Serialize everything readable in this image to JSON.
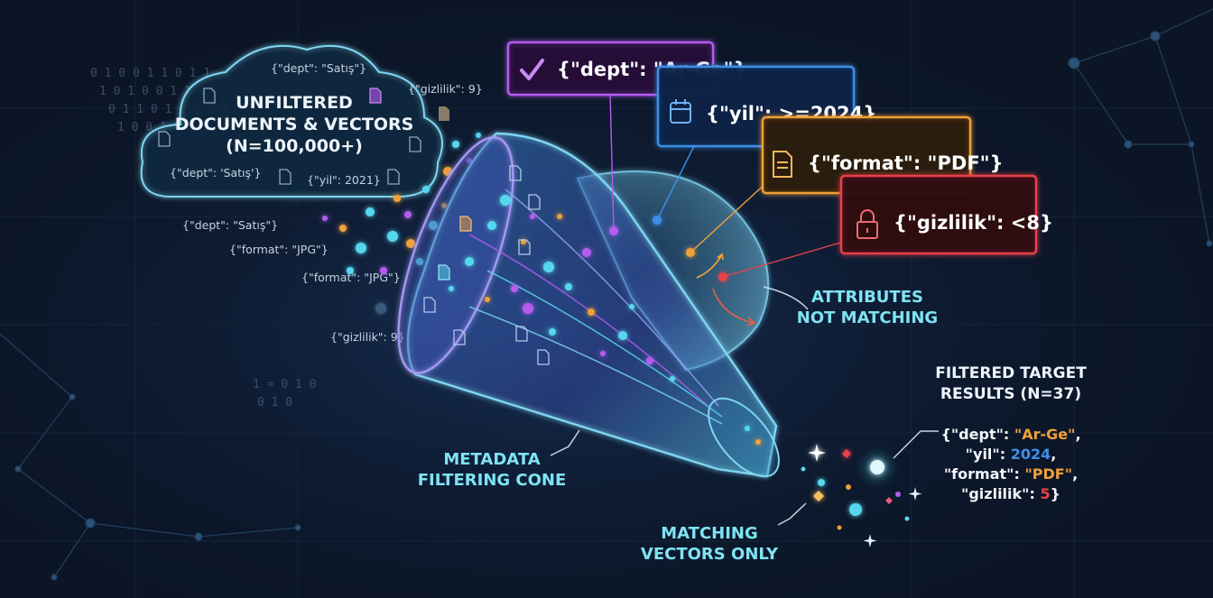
{
  "colors": {
    "background": "#0b1526",
    "cone": "#7fd6f2",
    "cyan": "#55d8ee",
    "purple": "#b55cf0",
    "blue": "#3d8fe8",
    "orange": "#f0a038",
    "red": "#e8434a"
  },
  "cloud": {
    "title_lines": [
      "UNFILTERED",
      "DOCUMENTS & VECTORS",
      "(N=100,000+)"
    ],
    "tags": [
      "{\"dept\": \"Satış\"}",
      "{\"dept\": 'Satış'}",
      "{\"yil\": 2021}"
    ]
  },
  "floating_tags": [
    "{\"gizlilik\": 9}",
    "{\"dept\": \"Satış\"}",
    "{\"format\": \"JPG\"}",
    "{\"format\": \"JPG\"}",
    "{\"gizlilik\": 9}"
  ],
  "filters": [
    {
      "icon": "check-icon",
      "label": "{\"dept\": \"Ar-Ge\"}",
      "color": "#b55cf0"
    },
    {
      "icon": "calendar-icon",
      "label": "{\"yil\": >=2024}",
      "color": "#3d8fe8"
    },
    {
      "icon": "document-icon",
      "label": "{\"format\": \"PDF\"}",
      "color": "#f0a038"
    },
    {
      "icon": "lock-icon",
      "label": "{\"gizlilik\": <8}",
      "color": "#e8434a"
    }
  ],
  "callouts": {
    "attributes_not_matching": [
      "ATTRIBUTES",
      "NOT MATCHING"
    ],
    "metadata_cone": [
      "METADATA",
      "FILTERING CONE"
    ],
    "matching_vectors": [
      "MATCHING",
      "VECTORS ONLY"
    ]
  },
  "result": {
    "title_lines": [
      "FILTERED TARGET",
      "RESULTS (N=37)"
    ],
    "lines": [
      {
        "key": "{\"dept\": ",
        "value": "\"Ar-Ge\"",
        "suffix": ",",
        "value_color": "#f0a038"
      },
      {
        "key": "\"yil\": ",
        "value": "2024",
        "suffix": ",",
        "value_color": "#3d8fe8"
      },
      {
        "key": "\"format\": ",
        "value": "\"PDF\"",
        "suffix": ",",
        "value_color": "#f0a038"
      },
      {
        "key": "\"gizlilik\": ",
        "value": "5",
        "suffix": "}",
        "value_color": "#e8434a"
      }
    ]
  }
}
